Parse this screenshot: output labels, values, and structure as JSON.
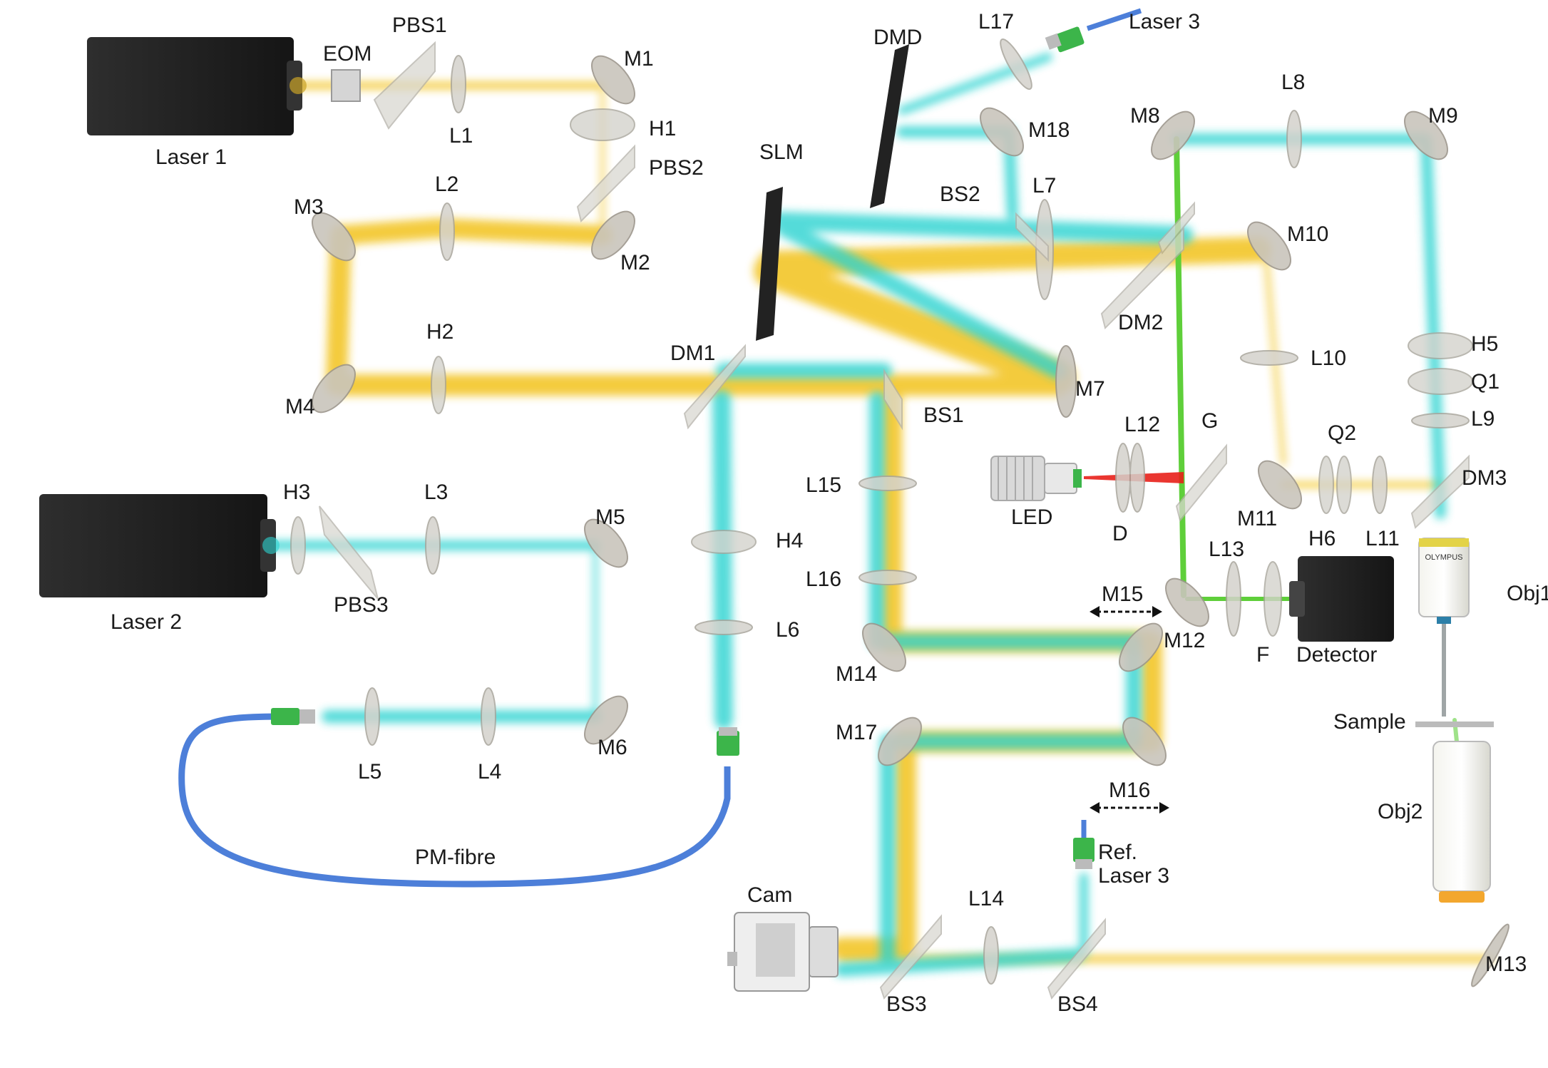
{
  "colors": {
    "yellow_beam": "#f2c21c",
    "cyan_beam": "#2cd3d0",
    "green_beam": "#5fcf3a",
    "red_beam": "#e8201a",
    "mirror": "#c9c4bc",
    "body_dark": "#2a2a2a",
    "fibre": "#4d7fd9",
    "fibre_connector": "#3cb54a"
  },
  "components": {
    "laser1": "Laser 1",
    "laser2": "Laser 2",
    "laser3": "Laser 3",
    "ref_laser3": "Ref.\nLaser 3",
    "eom": "EOM",
    "pbs1": "PBS1",
    "pbs2": "PBS2",
    "pbs3": "PBS3",
    "m1": "M1",
    "m2": "M2",
    "m3": "M3",
    "m4": "M4",
    "m5": "M5",
    "m6": "M6",
    "m7": "M7",
    "m8": "M8",
    "m9": "M9",
    "m10": "M10",
    "m11": "M11",
    "m12": "M12",
    "m13": "M13",
    "m14": "M14",
    "m15": "M15",
    "m16": "M16",
    "m17": "M17",
    "m18": "M18",
    "h1": "H1",
    "h2": "H2",
    "h3": "H3",
    "h4": "H4",
    "h5": "H5",
    "h6": "H6",
    "l1": "L1",
    "l2": "L2",
    "l3": "L3",
    "l4": "L4",
    "l5": "L5",
    "l6": "L6",
    "l7": "L7",
    "l8": "L8",
    "l9": "L9",
    "l10": "L10",
    "l11": "L11",
    "l12": "L12",
    "l13": "L13",
    "l14": "L14",
    "l15": "L15",
    "l16": "L16",
    "l17": "L17",
    "q1": "Q1",
    "q2": "Q2",
    "dm1": "DM1",
    "dm2": "DM2",
    "dm3": "DM3",
    "bs1": "BS1",
    "bs2": "BS2",
    "bs3": "BS3",
    "bs4": "BS4",
    "slm": "SLM",
    "dmd": "DMD",
    "g": "G",
    "d": "D",
    "f": "F",
    "led": "LED",
    "detector": "Detector",
    "obj1": "Obj1",
    "obj2": "Obj2",
    "sample": "Sample",
    "cam": "Cam",
    "pm_fibre": "PM-fibre"
  },
  "objective_marking": "OLYMPUS"
}
